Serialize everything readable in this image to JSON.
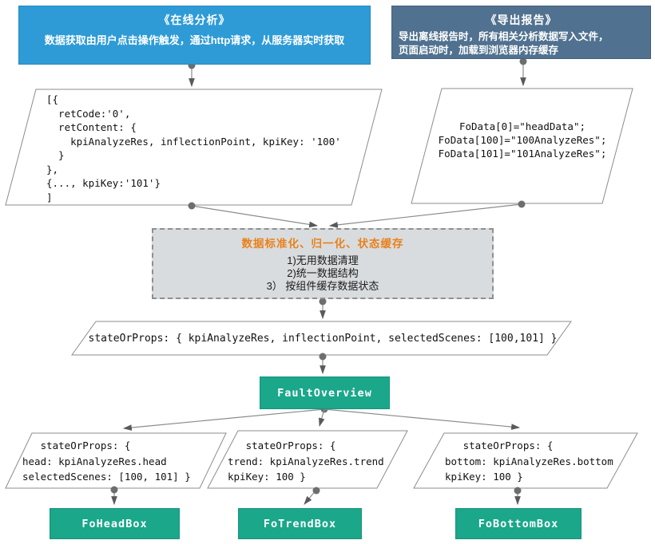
{
  "diagram": {
    "online": {
      "title": "《在线分析》",
      "body": "数据获取由用户点击操作触发，通过http请求，从服务器实时获取",
      "response_code": "[{\n  retCode:'0',\n  retContent: {\n    kpiAnalyzeRes, inflectionPoint, kpiKey: '100'\n  }\n},\n{..., kpiKey:'101'}\n]"
    },
    "export": {
      "title": "《导出报告》",
      "body_line1": "导出离线报告时，所有相关分析数据写入文件，",
      "body_line2": "页面启动时，加载到浏览器内存缓存",
      "data_code": "FoData[0]=\"headData\";\nFoData[100]=\"100AnalyzeRes\";\nFoData[101]=\"101AnalyzeRes\";"
    },
    "normalize": {
      "title": "数据标准化、归一化、状态缓存",
      "items": [
        "1)无用数据清理",
        "2)统一数据结构",
        "3） 按组件缓存数据状态"
      ]
    },
    "state": {
      "code": "stateOrProps: { kpiAnalyzeRes, inflectionPoint, selectedScenes: [100,101] }"
    },
    "fault_overview_label": "FaultOverview",
    "branches": {
      "head": {
        "props": "   stateOrProps: {\nhead: kpiAnalyzeRes.head\nselectedScenes: [100, 101] }",
        "box_label": "FoHeadBox"
      },
      "trend": {
        "props": "   stateOrProps: {\ntrend: kpiAnalyzeRes.trend\nkpiKey: 100 }",
        "box_label": "FoTrendBox"
      },
      "bottom": {
        "props": "   stateOrProps: {\nbottom: kpiAnalyzeRes.bottom\nkpiKey: 100 }",
        "box_label": "FoBottomBox"
      }
    },
    "colors": {
      "online_blue": "#2E9BD6",
      "export_slate": "#50718F",
      "component_green": "#1AA78A",
      "normalize_title_orange": "#E8811C",
      "normalize_fill": "#D9DCDE",
      "connector_gray": "#8A8A8A"
    }
  }
}
